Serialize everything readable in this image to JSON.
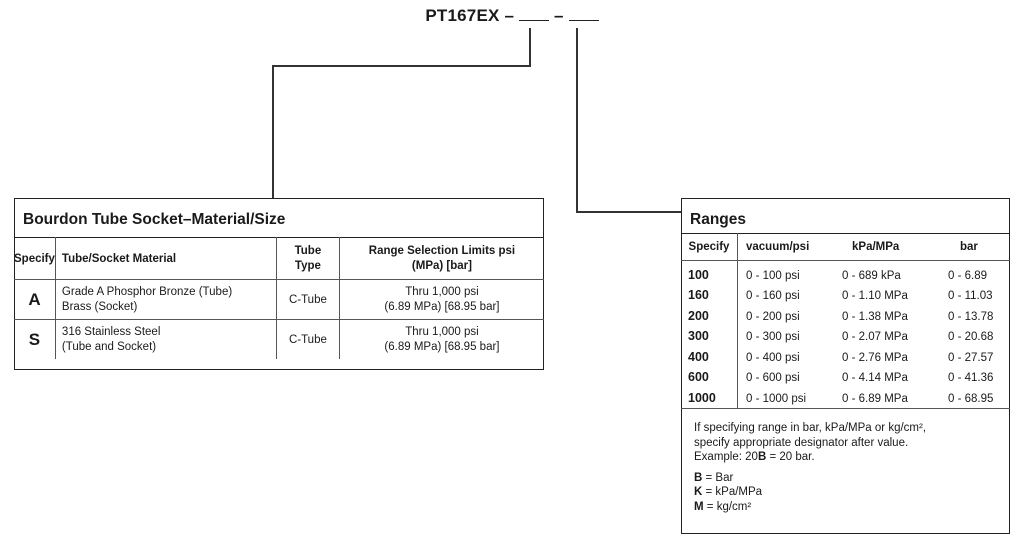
{
  "part_number": {
    "base": "PT167EX",
    "separator": "–"
  },
  "bourdon": {
    "title": "Bourdon Tube Socket–Material/Size",
    "headers": {
      "specify": "Specify",
      "material": "Tube/Socket Material",
      "type_l1": "Tube",
      "type_l2": "Type",
      "range_l1": "Range Selection Limits psi",
      "range_l2": "(MPa) [bar]"
    },
    "rows": [
      {
        "code": "A",
        "material_l1": "Grade A Phosphor Bronze (Tube)",
        "material_l2": "Brass (Socket)",
        "type": "C-Tube",
        "range_l1": "Thru 1,000 psi",
        "range_l2": "(6.89 MPa) [68.95 bar]"
      },
      {
        "code": "S",
        "material_l1": "316 Stainless Steel",
        "material_l2": "(Tube and Socket)",
        "type": "C-Tube",
        "range_l1": "Thru 1,000 psi",
        "range_l2": "(6.89 MPa) [68.95 bar]"
      }
    ]
  },
  "ranges": {
    "title": "Ranges",
    "headers": {
      "specify": "Specify",
      "vacuum": "vacuum/psi",
      "kpa": "kPa/MPa",
      "bar": "bar"
    },
    "rows": [
      {
        "code": "100",
        "psi": "0 - 100 psi",
        "kpa": "0 - 689 kPa",
        "bar": "0 - 6.89"
      },
      {
        "code": "160",
        "psi": "0 - 160 psi",
        "kpa": "0 - 1.10 MPa",
        "bar": "0 - 11.03"
      },
      {
        "code": "200",
        "psi": "0 - 200 psi",
        "kpa": "0 - 1.38 MPa",
        "bar": "0 - 13.78"
      },
      {
        "code": "300",
        "psi": "0 - 300 psi",
        "kpa": "0 - 2.07 MPa",
        "bar": "0 - 20.68"
      },
      {
        "code": "400",
        "psi": "0 - 400 psi",
        "kpa": "0 - 2.76 MPa",
        "bar": "0 - 27.57"
      },
      {
        "code": "600",
        "psi": "0 - 600 psi",
        "kpa": "0 - 4.14 MPa",
        "bar": "0 - 41.36"
      },
      {
        "code": "1000",
        "psi": "0 - 1000 psi",
        "kpa": "0 - 6.89 MPa",
        "bar": "0 - 68.95"
      }
    ],
    "note": {
      "line1": "If specifying range in bar, kPa/MPa or kg/cm²,",
      "line2": "specify appropriate designator after value.",
      "example_prefix": "Example: 20",
      "example_code": "B",
      "example_suffix": " = 20 bar.",
      "legend": [
        {
          "code": "B",
          "text": " = Bar"
        },
        {
          "code": "K",
          "text": " = kPa/MPa"
        },
        {
          "code": "M",
          "text": " = kg/cm²"
        }
      ]
    }
  }
}
